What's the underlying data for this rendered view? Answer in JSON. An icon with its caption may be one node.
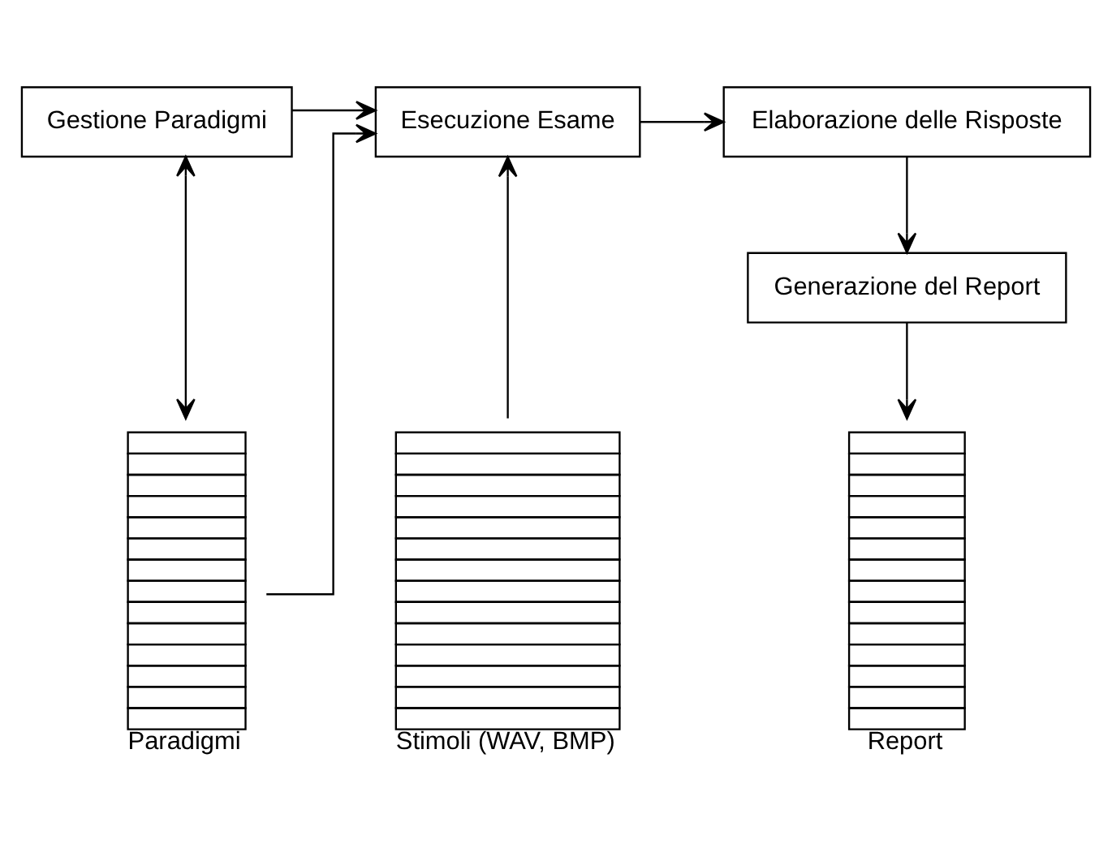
{
  "diagram": {
    "nodes": [
      {
        "text": [
          "Gestione Paradigmi"
        ]
      },
      {
        "text": [
          "Esecuzione Esame"
        ]
      },
      {
        "text": [
          "Elaborazione delle Risposte"
        ]
      },
      {
        "text": [
          "Generazione del Report"
        ]
      },
      {
        "text": [
          "Paradigmi"
        ]
      },
      {
        "text": [
          "Stimoli (WAV, BMP)"
        ]
      },
      {
        "text": [
          "Report"
        ]
      }
    ],
    "edges": [
      {
        "from": 0,
        "to": 1,
        "arrow": "to"
      },
      {
        "from": 1,
        "to": 2,
        "arrow": "to"
      },
      {
        "from": 2,
        "to": 3,
        "arrow": "to"
      },
      {
        "from": 0,
        "to": 4,
        "arrow": "both"
      },
      {
        "from": 4,
        "to": 1,
        "arrow": "to"
      },
      {
        "from": 5,
        "to": 1,
        "arrow": "to"
      },
      {
        "from": 3,
        "to": 6,
        "arrow": "to"
      }
    ]
  }
}
